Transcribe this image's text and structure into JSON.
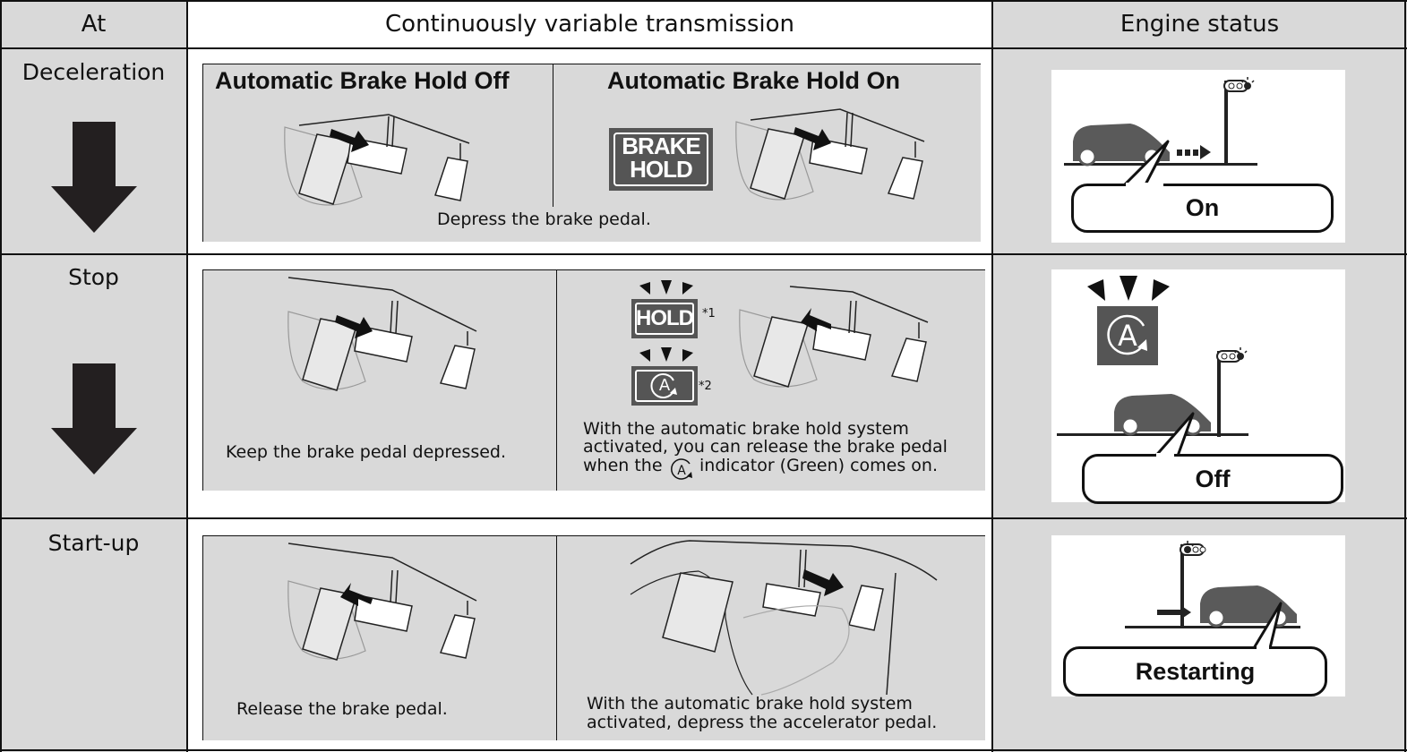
{
  "header": {
    "col_at": "At",
    "col_cvt": "Continuously variable transmission",
    "col_engine": "Engine status"
  },
  "rows": {
    "deceleration": {
      "label": "Deceleration",
      "title_off": "Automatic Brake Hold Off",
      "title_on": "Automatic Brake Hold On",
      "badge": "BRAKE HOLD",
      "badge_line1": "BRAKE",
      "badge_line2": "HOLD",
      "caption": "Depress the brake pedal.",
      "engine_status": "On"
    },
    "stop": {
      "label": "Stop",
      "caption_off": "Keep the brake pedal depressed.",
      "hold_indicator": "HOLD",
      "note1": "*1",
      "note2": "*2",
      "indicator_letter": "A",
      "caption_on_line1": "With the automatic brake hold system",
      "caption_on_line2": "activated, you can release the brake pedal",
      "caption_on_line3_a": "when the",
      "caption_on_line3_b": "indicator (Green) comes on.",
      "engine_status": "Off"
    },
    "startup": {
      "label": "Start-up",
      "caption_off": "Release the brake pedal.",
      "caption_on_line1": "With the automatic brake hold system",
      "caption_on_line2": "activated, depress the accelerator pedal.",
      "engine_status": "Restarting"
    }
  },
  "colors": {
    "cell_gray": "#d9d9d9",
    "panel_gray": "#d9d9d9",
    "icon_dark": "#555555",
    "car_gray": "#5a5a5a",
    "ink": "#111111"
  }
}
